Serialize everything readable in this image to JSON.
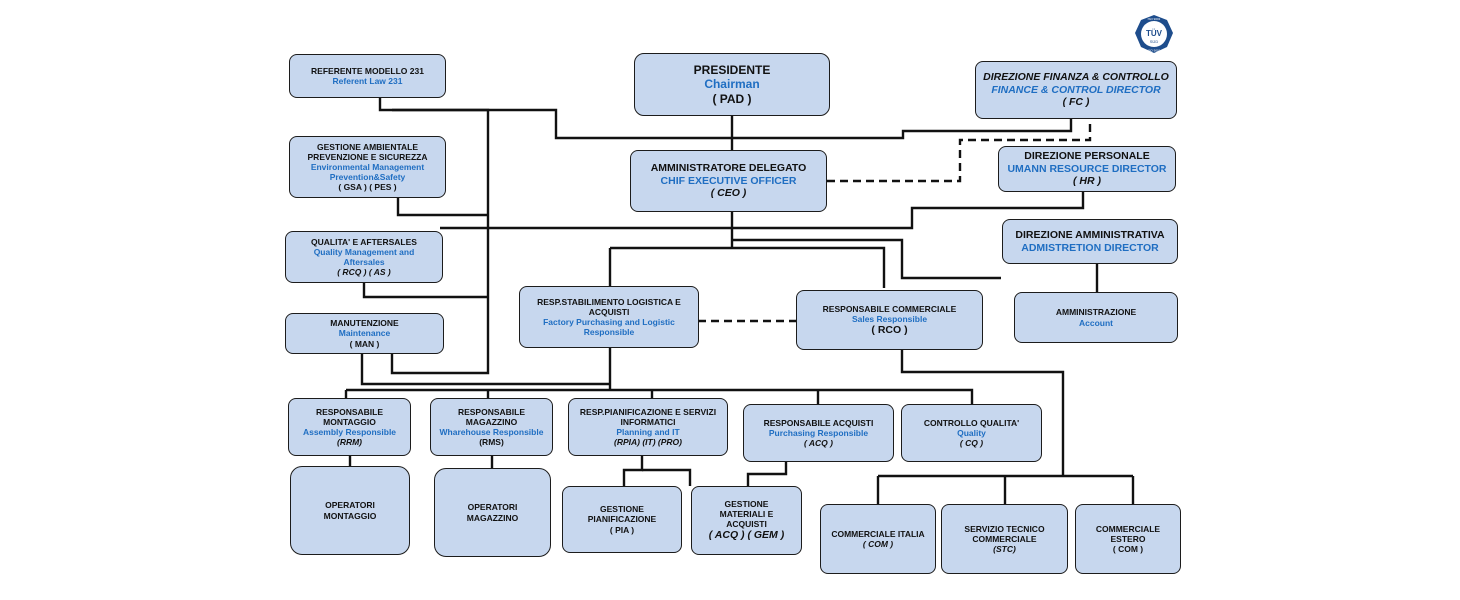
{
  "logo": {
    "name": "TÜV SÜD",
    "ring_top": "ISO 9001",
    "ring_bottom": "ISO 9001",
    "sub": "SÜD"
  },
  "boxes": {
    "referente": {
      "l1": "REFERENTE MODELLO 231",
      "en": "Referent Law 231"
    },
    "presidente": {
      "l1": "PRESIDENTE",
      "en": "Chairman",
      "code": "( PAD )"
    },
    "dir_finanza": {
      "l1": "DIREZIONE FINANZA & CONTROLLO",
      "en": "FINANCE & CONTROL DIRECTOR",
      "code": "( FC )"
    },
    "gestione_ambientale": {
      "l1": "GESTIONE AMBIENTALE",
      "l2": "PREVENZIONE E SICUREZZA",
      "en1": "Environmental Management",
      "en2": "Prevention&Safety",
      "code": "( GSA ) ( PES )"
    },
    "amministratore": {
      "l1": "AMMINISTRATORE DELEGATO",
      "en": "CHIF EXECUTIVE OFFICER",
      "code": "( CEO )"
    },
    "dir_personale": {
      "l1": "DIREZIONE PERSONALE",
      "en": "UMANN RESOURCE DIRECTOR",
      "code": "( HR )"
    },
    "qualita": {
      "l1": "QUALITA' E AFTERSALES",
      "en1": "Quality Management and",
      "en2": "Aftersales",
      "code": "( RCQ ) ( AS )"
    },
    "dir_amministrativa": {
      "l1": "DIREZIONE AMMINISTRATIVA",
      "en": "ADMISTRETION DIRECTOR"
    },
    "stabilimento": {
      "l1": "RESP.STABILIMENTO  LOGISTICA E",
      "l2": "ACQUISTI",
      "en1": "Factory Purchasing and Logistic",
      "en2": "Responsible"
    },
    "commerciale": {
      "l1": "RESPONSABILE COMMERCIALE",
      "en": "Sales Responsible",
      "code": "( RCO )"
    },
    "amministrazione": {
      "l1": "AMMINISTRAZIONE",
      "en": "Account"
    },
    "manutenzione": {
      "l1": "MANUTENZIONE",
      "en": "Maintenance",
      "code": "( MAN )"
    },
    "montaggio": {
      "l1": "RESPONSABILE",
      "l2": "MONTAGGIO",
      "en": "Assembly Responsible",
      "code": "(RRM)"
    },
    "magazzino": {
      "l1": "RESPONSABILE",
      "l2": "MAGAZZINO",
      "en": "Wharehouse Responsible",
      "code": "(RMS)"
    },
    "pianificazione": {
      "l1": "RESP.PIANIFICAZIONE E SERVIZI",
      "l2": "INFORMATICI",
      "en": "Planning and IT",
      "code": "(RPIA) (IT) (PRO)"
    },
    "acquisti": {
      "l1": "RESPONSABILE ACQUISTI",
      "en": "Purchasing Responsible",
      "code": "( ACQ )"
    },
    "controllo_qualita": {
      "l1": "CONTROLLO QUALITA'",
      "en": "Quality",
      "code": "( CQ )"
    },
    "operatori_montaggio": {
      "l1": "OPERATORI",
      "l2": "MONTAGGIO"
    },
    "operatori_magazzino": {
      "l1": "OPERATORI",
      "l2": "MAGAZZINO"
    },
    "gestione_pianificazione": {
      "l1": "GESTIONE",
      "l2": "PIANIFICAZIONE",
      "code": "( PIA )"
    },
    "gestione_materiali": {
      "l1": "GESTIONE",
      "l2": "MATERIALI E",
      "l3": "ACQUISTI",
      "code": "( ACQ ) ( GEM )"
    },
    "commerciale_italia": {
      "l1": "COMMERCIALE ITALIA",
      "code": "( COM )"
    },
    "servizio_tecnico": {
      "l1": "SERVIZIO TECNICO",
      "l2": "COMMERCIALE",
      "code": "(STC)"
    },
    "commerciale_estero": {
      "l1": "COMMERCIALE",
      "l2": "ESTERO",
      "code": "( COM )"
    }
  }
}
